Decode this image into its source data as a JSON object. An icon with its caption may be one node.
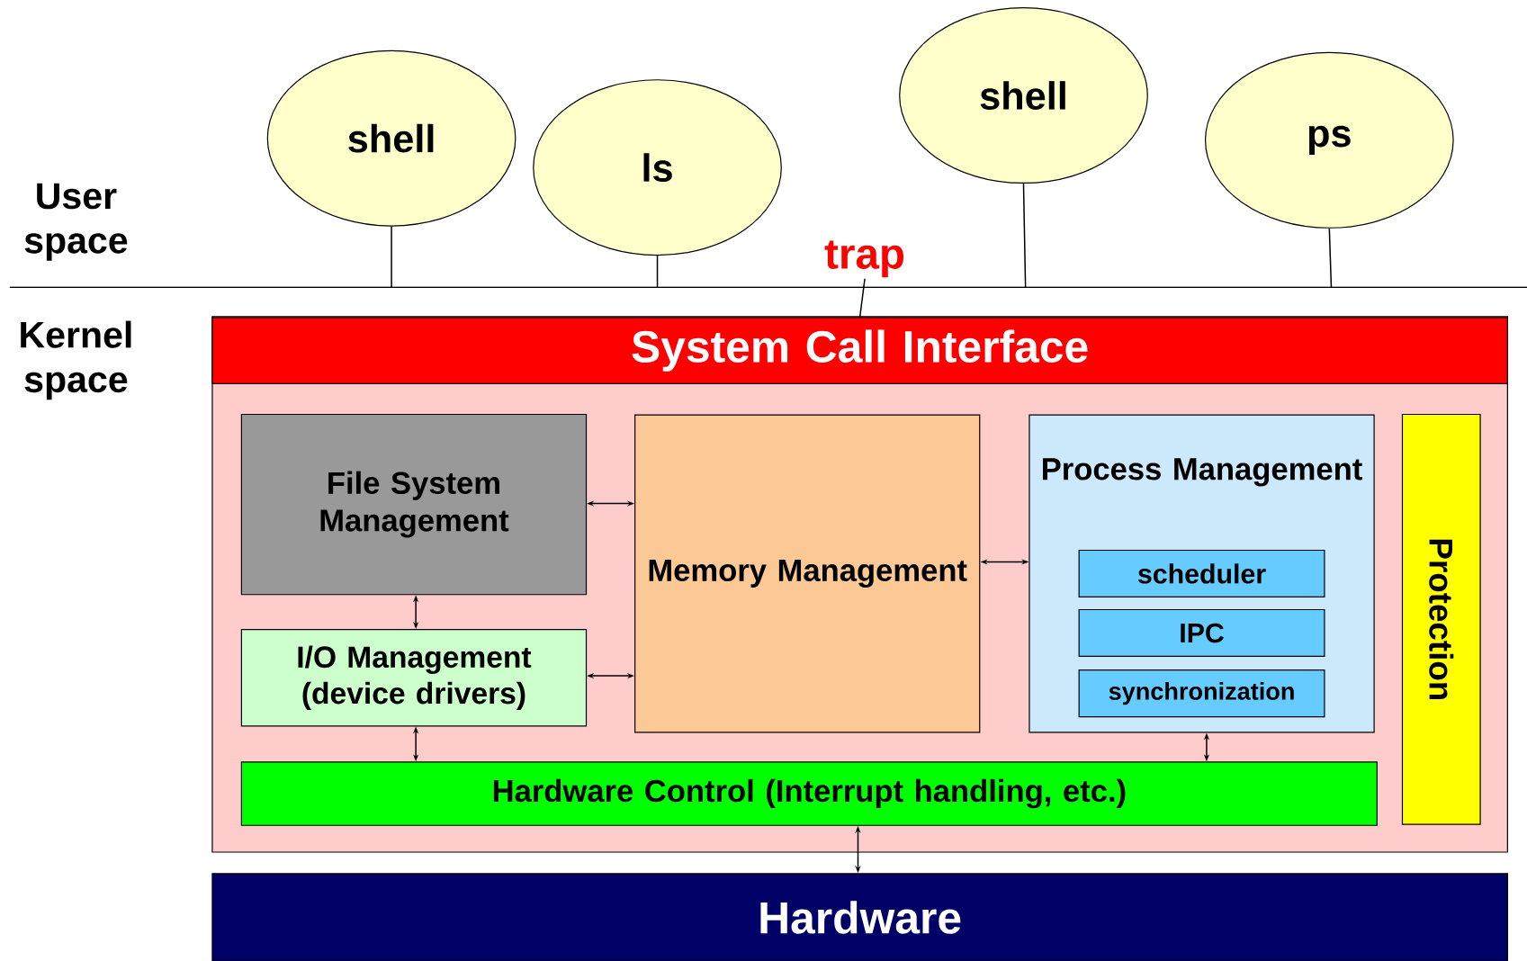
{
  "diagram": {
    "nodes": [
      {
        "text": [
          "shell"
        ]
      },
      {
        "text": [
          "ls"
        ]
      },
      {
        "text": [
          "shell"
        ]
      },
      {
        "text": [
          "ps"
        ]
      },
      {
        "text": [],
        "shape": "box"
      },
      {
        "text": [
          "System Call Interface"
        ],
        "in": 4
      },
      {
        "text": [
          "File System Management"
        ],
        "in": 4
      },
      {
        "text": [
          "Memory Management"
        ],
        "in": 4
      },
      {
        "text": [
          "Process Management"
        ],
        "in": 4
      },
      {
        "text": [
          "scheduler"
        ],
        "in": 8
      },
      {
        "text": [
          "IPC"
        ],
        "in": 8
      },
      {
        "text": [
          "synchronization"
        ],
        "in": 8
      },
      {
        "text": [
          "I/O Management",
          "(device drivers)"
        ],
        "in": 4
      },
      {
        "text": [
          "Protection"
        ],
        "in": 4
      },
      {
        "text": [
          "Hardware Control (Interrupt handling, etc.)"
        ],
        "in": 4
      },
      {
        "text": [
          "Hardware"
        ]
      },
      {
        "text": [
          "trap"
        ]
      }
    ],
    "edges": [
      {
        "from": 0,
        "to": null,
        "arrow": "none"
      },
      {
        "from": 1,
        "to": null,
        "arrow": "none"
      },
      {
        "from": 2,
        "to": null,
        "arrow": "none"
      },
      {
        "from": 3,
        "to": null,
        "arrow": "none"
      },
      {
        "from": 5,
        "to": 16,
        "arrow": "none"
      },
      {
        "from": 6,
        "to": 7,
        "arrow": "both"
      },
      {
        "from": 7,
        "to": 8,
        "arrow": "both"
      },
      {
        "from": 6,
        "to": 12,
        "arrow": "both"
      },
      {
        "from": 12,
        "to": 7,
        "arrow": "both"
      },
      {
        "from": 12,
        "to": 14,
        "arrow": "both"
      },
      {
        "from": 8,
        "to": 14,
        "arrow": "both"
      },
      {
        "from": 14,
        "to": 15,
        "arrow": "both"
      }
    ],
    "labels": [
      "User space",
      "Kernel space"
    ]
  }
}
